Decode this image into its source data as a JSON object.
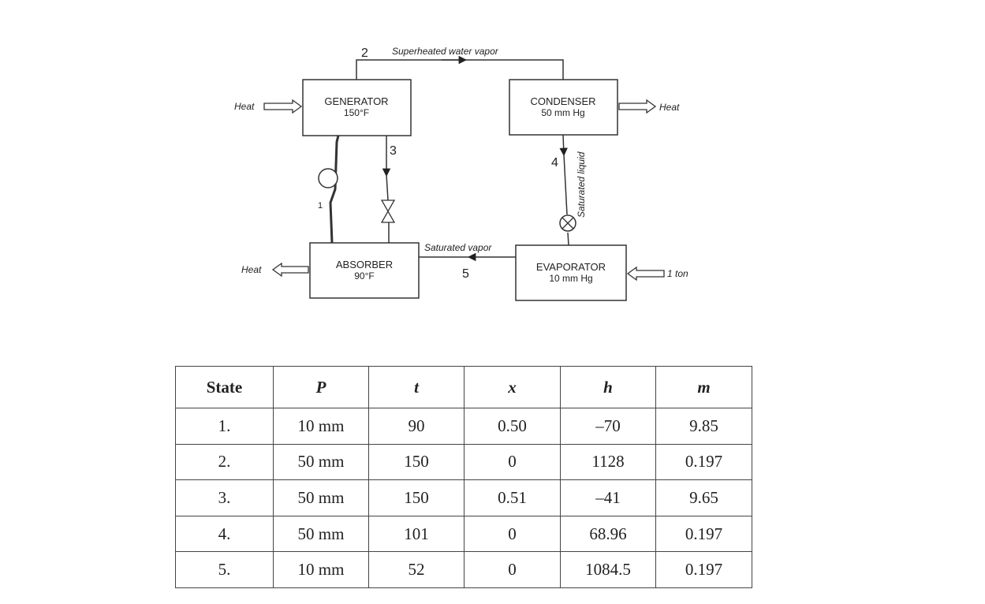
{
  "diagram": {
    "state_2": "2",
    "superheated_label": "Superheated water vapor",
    "generator": {
      "name": "GENERATOR",
      "temp": "150°F"
    },
    "condenser": {
      "name": "CONDENSER",
      "pressure": "50 mm Hg"
    },
    "absorber": {
      "name": "ABSORBER",
      "temp": "90°F"
    },
    "evaporator": {
      "name": "EVAPORATOR",
      "pressure": "10 mm Hg"
    },
    "heat_in_label": "Heat",
    "heat_out_condenser_label": "Heat",
    "heat_out_absorber_label": "Heat",
    "cooling_load_label": "1 ton",
    "state_1": "1",
    "state_3": "3",
    "state_4": "4",
    "state_5": "5",
    "saturated_liquid_label": "Saturated liquid",
    "saturated_vapor_label": "Saturated vapor"
  },
  "table": {
    "headers": [
      "State",
      "P",
      "t",
      "x",
      "h",
      "m"
    ],
    "rows": [
      [
        "1.",
        "10 mm",
        "90",
        "0.50",
        "–70",
        "9.85"
      ],
      [
        "2.",
        "50 mm",
        "150",
        "0",
        "1128",
        "0.197"
      ],
      [
        "3.",
        "50 mm",
        "150",
        "0.51",
        "–41",
        "9.65"
      ],
      [
        "4.",
        "50 mm",
        "101",
        "0",
        "68.96",
        "0.197"
      ],
      [
        "5.",
        "10 mm",
        "52",
        "0",
        "1084.5",
        "0.197"
      ]
    ]
  }
}
